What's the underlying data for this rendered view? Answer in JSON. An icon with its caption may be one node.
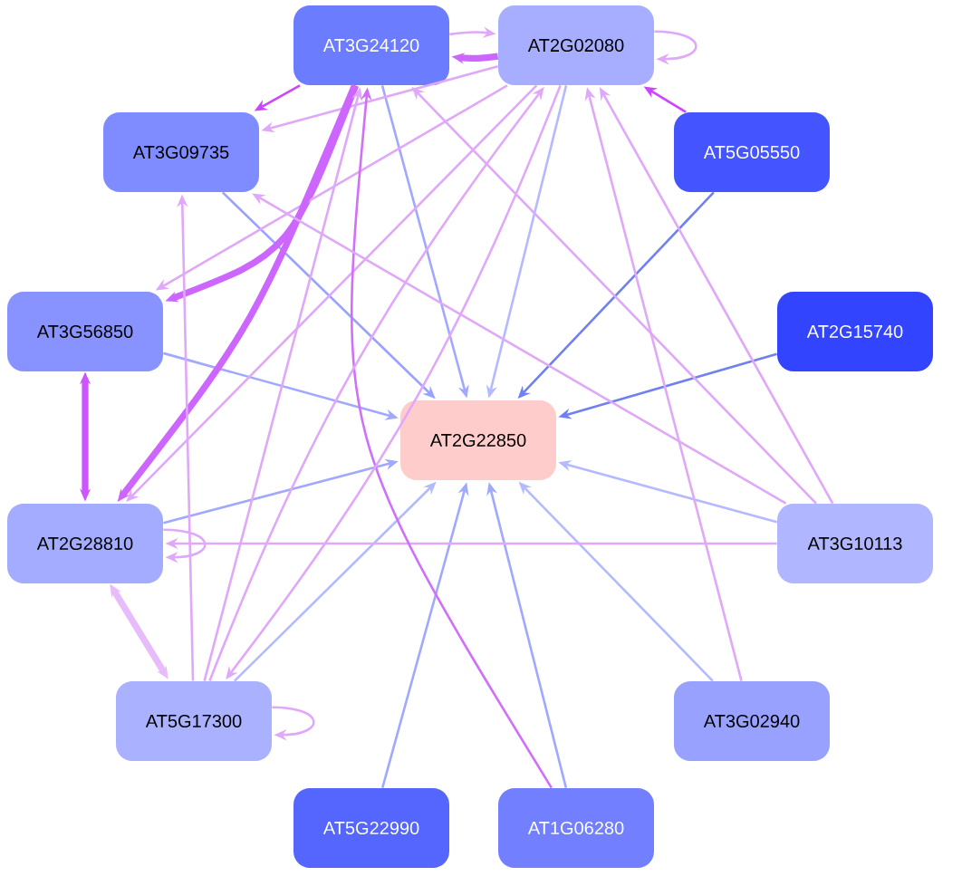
{
  "diagram": {
    "nodes": [
      {
        "text": [
          "AT3G24120"
        ]
      },
      {
        "text": [
          "AT2G02080"
        ]
      },
      {
        "text": [
          "AT3G09735"
        ]
      },
      {
        "text": [
          "AT5G05550"
        ]
      },
      {
        "text": [
          "AT3G56850"
        ]
      },
      {
        "text": [
          "AT2G15740"
        ]
      },
      {
        "text": [
          "AT2G22850"
        ]
      },
      {
        "text": [
          "AT2G28810"
        ]
      },
      {
        "text": [
          "AT3G10113"
        ]
      },
      {
        "text": [
          "AT5G17300"
        ]
      },
      {
        "text": [
          "AT3G02940"
        ]
      },
      {
        "text": [
          "AT5G22990"
        ]
      },
      {
        "text": [
          "AT1G06280"
        ]
      }
    ],
    "edges": [
      {
        "from": 0,
        "to": 6,
        "arrow": "to",
        "color": "#a0a8ff"
      },
      {
        "from": 1,
        "to": 6,
        "arrow": "to",
        "color": "#b4baff"
      },
      {
        "from": 2,
        "to": 6,
        "arrow": "to",
        "color": "#98a2ff"
      },
      {
        "from": 3,
        "to": 6,
        "arrow": "to",
        "color": "#7080f0"
      },
      {
        "from": 4,
        "to": 6,
        "arrow": "to",
        "color": "#a0a8ff"
      },
      {
        "from": 5,
        "to": 6,
        "arrow": "to",
        "color": "#7080f0"
      },
      {
        "from": 7,
        "to": 6,
        "arrow": "to",
        "color": "#a0a8ff"
      },
      {
        "from": 8,
        "to": 6,
        "arrow": "to",
        "color": "#b4baff"
      },
      {
        "from": 9,
        "to": 6,
        "arrow": "to",
        "color": "#b4baff"
      },
      {
        "from": 10,
        "to": 6,
        "arrow": "to",
        "color": "#b4baff"
      },
      {
        "from": 11,
        "to": 6,
        "arrow": "to",
        "color": "#a0a8ff"
      },
      {
        "from": 12,
        "to": 6,
        "arrow": "to",
        "color": "#a0a8ff"
      },
      {
        "from": 1,
        "to": 0,
        "arrow": "to",
        "style": "thick",
        "color": "#cc66ff"
      },
      {
        "from": 0,
        "to": 1,
        "arrow": "to"
      },
      {
        "from": 1,
        "to": 1,
        "arrow": "to"
      },
      {
        "from": 0,
        "to": 2,
        "arrow": "to",
        "color": "#cc44ff"
      },
      {
        "from": 1,
        "to": 2,
        "arrow": "to"
      },
      {
        "from": 3,
        "to": 1,
        "arrow": "to",
        "color": "#cc44ff"
      },
      {
        "from": 0,
        "to": 4,
        "arrow": "to",
        "style": "thick",
        "color": "#cc66ff"
      },
      {
        "from": 1,
        "to": 4,
        "arrow": "to"
      },
      {
        "from": 4,
        "to": 7,
        "arrow": "both",
        "style": "thick",
        "color": "#cc55ff"
      },
      {
        "from": 0,
        "to": 7,
        "arrow": "to",
        "style": "thick",
        "color": "#cc66ff"
      },
      {
        "from": 1,
        "to": 7,
        "arrow": "to"
      },
      {
        "from": 7,
        "to": 7,
        "arrow": "to"
      },
      {
        "from": 8,
        "to": 7,
        "arrow": "to"
      },
      {
        "from": 7,
        "to": 9,
        "arrow": "both",
        "style": "thick",
        "color": "#e8bbfa"
      },
      {
        "from": 9,
        "to": 9,
        "arrow": "to"
      },
      {
        "from": 9,
        "to": 2,
        "arrow": "to"
      },
      {
        "from": 9,
        "to": 0,
        "arrow": "to"
      },
      {
        "from": 12,
        "to": 0,
        "arrow": "to",
        "color": "#d070f8"
      },
      {
        "from": 8,
        "to": 0,
        "arrow": "to"
      },
      {
        "from": 8,
        "to": 2,
        "arrow": "to"
      },
      {
        "from": 8,
        "to": 1,
        "arrow": "to"
      },
      {
        "from": 10,
        "to": 1,
        "arrow": "to"
      },
      {
        "from": 1,
        "to": 9,
        "arrow": "to"
      },
      {
        "from": 9,
        "to": 1,
        "arrow": "to"
      }
    ]
  }
}
